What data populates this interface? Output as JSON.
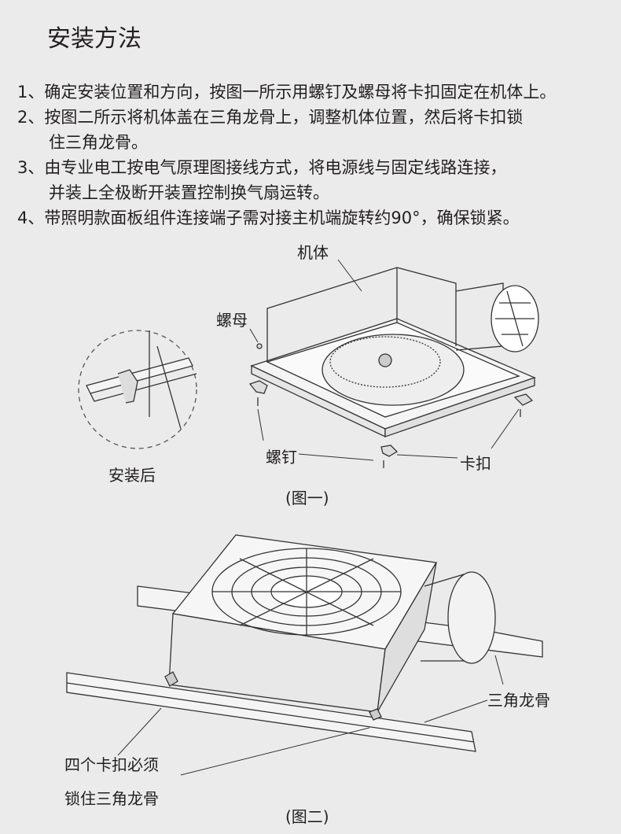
{
  "title": "安装方法",
  "steps": [
    "1、确定安装位置和方向，按图一所示用螺钉及螺母将卡扣固定在机体上。",
    "2、按图二所示将机体盖在三角龙骨上，调整机体位置，然后将卡扣锁",
    "住三角龙骨。",
    "3、由专业电工按电气原理图接线方式，将电源线与固定线路连接，",
    "并装上全极断开装置控制换气扇运转。",
    "4、带照明款面板组件连接端子需对接主机端旋转约90°，确保锁紧。"
  ],
  "figure1": {
    "body_label": "机体",
    "nut_label": "螺母",
    "after_label": "安装后",
    "screw_label": "螺钉",
    "clip_label": "卡扣",
    "caption": "(图一)"
  },
  "figure2": {
    "rail_label": "三角龙骨",
    "note_line1": "四个卡扣必须",
    "note_line2": "锁住三角龙骨",
    "caption": "(图二)"
  }
}
